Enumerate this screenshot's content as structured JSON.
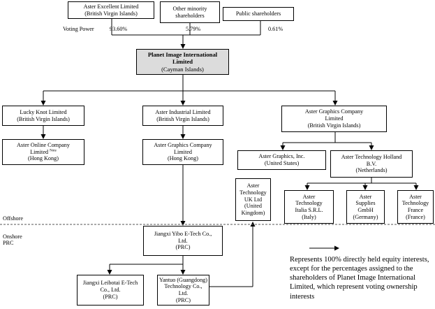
{
  "shareholders": {
    "aster_excellent": {
      "name": "Aster Excellent Limited",
      "jurisdiction": "(British Virgin Islands)"
    },
    "other_minority": {
      "line1": "Other minority",
      "line2": "shareholders"
    },
    "public": {
      "name": "Public shareholders"
    }
  },
  "voting_power": {
    "label": "Voting Power",
    "aster_excellent": "93.60%",
    "other_minority": "5.79%",
    "public": "0.61%"
  },
  "planet_image": {
    "line1": "Planet Image International",
    "line2": "Limited",
    "jurisdiction": "(Cayman Islands)"
  },
  "lucky_knot": {
    "name": "Lucky Knot Limited",
    "jurisdiction": "(British Virgin Islands)"
  },
  "aster_industrial": {
    "name": "Aster Industrial Limited",
    "jurisdiction": "(British Virgin Islands)"
  },
  "aster_graphics_company_bvi": {
    "line1": "Aster Graphics Company",
    "line2": "Limited",
    "jurisdiction": "(British Virgin Islands)"
  },
  "aster_online": {
    "line1": "Aster Online Company",
    "line2": "Limited",
    "note": "Note",
    "jurisdiction": "(Hong Kong)"
  },
  "aster_graphics_company_hk": {
    "line1": "Aster Graphics Company",
    "line2": "Limited",
    "jurisdiction": "(Hong Kong)"
  },
  "aster_graphics_inc": {
    "name": "Aster Graphics, Inc.",
    "jurisdiction": "(United States)"
  },
  "aster_tech_holland": {
    "line1": "Aster Technology Holland",
    "line2": "B.V.",
    "jurisdiction": "(Netherlands)"
  },
  "aster_tech_uk": {
    "line1": "Aster",
    "line2": "Technology",
    "line3": "UK Ltd",
    "line4": "(United",
    "line5": "Kingdom)"
  },
  "aster_tech_italia": {
    "line1": "Aster",
    "line2": "Technology",
    "line3": "Italia S.R.L.",
    "jurisdiction": "(Italy)"
  },
  "aster_supplies": {
    "line1": "Aster",
    "line2": "Supplies",
    "line3": "GmbH",
    "jurisdiction": "(Germany)"
  },
  "aster_tech_france": {
    "line1": "Aster",
    "line2": "Technology",
    "line3": "France",
    "jurisdiction": "(France)"
  },
  "jiangxi_yibo": {
    "line1": "Jiangxi Yibo E-Tech Co.,",
    "line2": "Ltd.",
    "jurisdiction": "(PRC)"
  },
  "jiangxi_leibotai": {
    "line1": "Jiangxi Leibotai E-Tech",
    "line2": "Co., Ltd.",
    "jurisdiction": "(PRC)"
  },
  "yantuo": {
    "line1": "Yantuo (Guangdong)",
    "line2": "Technology Co., Ltd.",
    "jurisdiction": "(PRC)"
  },
  "labels": {
    "offshore": "Offshore",
    "onshore_line1": "Onshore",
    "onshore_line2": "PRC"
  },
  "legend": {
    "text": "Represents 100% directly held equity interests, except for the percentages assigned to the shareholders of Planet Image International Limited, which represent voting ownership interests"
  },
  "colors": {
    "line": "#000000",
    "highlight_box": "#dcdcdc",
    "divider": "#555555"
  }
}
